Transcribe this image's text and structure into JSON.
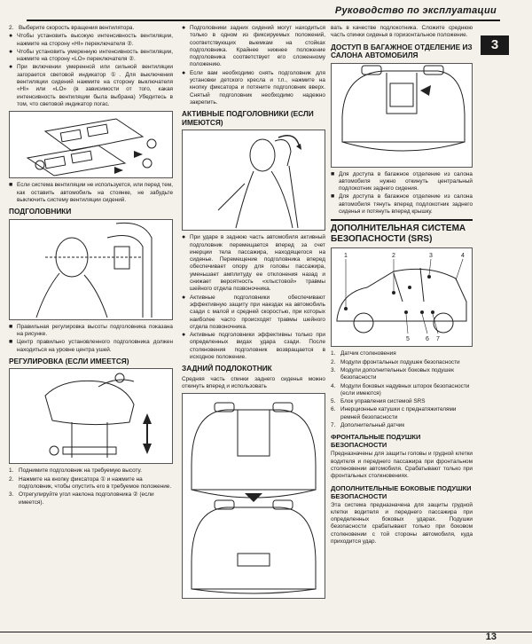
{
  "header": {
    "title": "Руководство по эксплуатации",
    "tab": "3"
  },
  "page_number": "13",
  "col1": {
    "intro": [
      {
        "n": "2.",
        "text": "Выберите скорость вращения вентилятора."
      },
      {
        "n": "●",
        "text": "Чтобы установить высокую интенсивность вентиляции, нажмите на сторону «HI» переключателя ②."
      },
      {
        "n": "●",
        "text": "Чтобы установить умеренную интенсивность вентиляции, нажмите на сторону «LO» переключателя ②."
      },
      {
        "n": "●",
        "text": "При включении умеренной или сильной вентиляции загорается световой индикатор ①. Для выключения вентиляции сидений нажмите на сторону выключателя «HI» или «LO» (в зависимости от того, какая интенсивность вентиляции была выбрана) Убедитесь в том, что световой индикатор погас."
      }
    ],
    "warn": "Если система вентиляции не используется, или перед тем, как оставить автомобиль на стоянке, не забудьте выключить систему вентиляции сидений.",
    "section_headrests": "ПОДГОЛОВНИКИ",
    "headrest_bullets": [
      "Правильная регулировка высоты подголовника показана на рисунке.",
      "Центр правильно установленного подголовника должен находиться на уровне центра ушей."
    ],
    "section_adjust": "РЕГУЛИРОВКА (ЕСЛИ ИМЕЕТСЯ)",
    "steps": [
      {
        "n": "1.",
        "text": "Поднимите подголовник на требуемую высоту."
      },
      {
        "n": "2.",
        "text": "Нажмите на кнопку фиксатора ① и нажмите на подголовник, чтобы опустить его в требуемое положение."
      },
      {
        "n": "3.",
        "text": "Отрегулируйте угол наклона подголовника ② (если имеется)."
      }
    ]
  },
  "col2": {
    "top_bullets": [
      "Подголовники задних сидений могут находиться только в одном из фиксируемых положений, соответствующих выемкам на стойках подголовника. Крайнее нижнее положение подголовника соответствует его сложенному положению.",
      "Если вам необходимо снять подголовник для установки детского кресла и т.п., нажмите на кнопку фиксатора и потяните подголовник вверх. Снятый подголовник необходимо надежно закрепить."
    ],
    "active_title": "АКТИВНЫЕ ПОДГОЛОВНИКИ (ЕСЛИ ИМЕЮТСЯ)",
    "active_bullets": [
      "При ударе в заднюю часть автомобиля активный подголовник перемещается вперед за счет инерции тела пассажира, находящегося на сиденье. Перемещение подголовника вперед обеспечивает опору для головы пассажира, уменьшает амплитуду ее отклонения назад и снижает вероятность «хлыстовой» травмы шейного отдела позвоночника.",
      "Активные подголовники обеспечивают эффективную защиту при наездах на автомобиль сзади с малой и средней скоростью, при которых наиболее часто происходят травмы шейного отдела позвоночника.",
      "Активные подголовники эффективны только при определенных видах удара сзади. После столкновения подголовник возвращается в исходное положение."
    ],
    "rear_title": "ЗАДНИЙ ПОДЛОКОТНИК",
    "rear_text": "Средняя часть спинки заднего сиденья можно откинуть вперед и использовать"
  },
  "col3": {
    "intro": "вать в качестве подлокотника. Сложите среднюю часть спинки сиденья в горизонтальное положение.",
    "access_title": "ДОСТУП В БАГАЖНОЕ ОТДЕЛЕНИЕ ИЗ САЛОНА АВТОМОБИЛЯ",
    "access_bullets": [
      "Для доступа в багажное отделение из салона автомобиля нужно откинуть центральный подлокотник заднего сидения.",
      "Для доступа в багажное отделение из салона автомобиля тянуть вперед подлокотник заднего сиденья и потянуть вперед крышку."
    ],
    "srs_title": "ДОПОЛНИТЕЛЬНАЯ СИСТЕМА БЕЗОПАСНОСТИ (SRS)",
    "callouts": [
      "1",
      "2",
      "3",
      "4",
      "5",
      "6",
      "7"
    ],
    "legend": [
      {
        "n": "1.",
        "text": "Датчик столкновения"
      },
      {
        "n": "2.",
        "text": "Модули фронтальных подушек безопасности"
      },
      {
        "n": "3.",
        "text": "Модули дополнительных боковых подушек безопасности"
      },
      {
        "n": "4.",
        "text": "Модули боковых надувных шторок безопасности (если имеются)"
      },
      {
        "n": "5.",
        "text": "Блок управления системой SRS"
      },
      {
        "n": "6.",
        "text": "Инерционные катушки с преднатяжителями ремней безопасности"
      },
      {
        "n": "7.",
        "text": "Дополнительный датчик"
      }
    ],
    "front_title": "ФРОНТАЛЬНЫЕ ПОДУШКИ БЕЗОПАСНОСТИ",
    "front_text": "Предназначены для защиты головы и грудной клетки водителя и переднего пассажира при фронтальном столкновении автомобиля. Срабатывают только при фронтальных столкновениях.",
    "side_title": "ДОПОЛНИТЕЛЬНЫЕ БОКОВЫЕ ПОДУШКИ БЕЗОПАСНОСТИ",
    "side_text": "Эта система предназначена для защиты грудной клетки водителя и переднего пассажира при определенных боковых ударах. Подушки безопасности срабатывают только при боковом столкновении с той стороны автомобиля, куда приходится удар."
  }
}
